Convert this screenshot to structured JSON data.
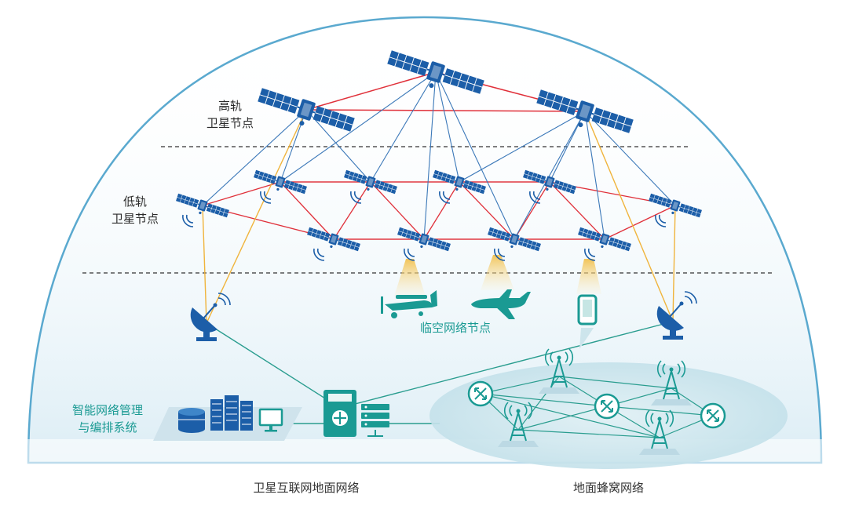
{
  "labels": {
    "geo_line1": "高轨",
    "geo_line2": "卫星节点",
    "leo_line1": "低轨",
    "leo_line2": "卫星节点",
    "air_nodes": "临空网络节点",
    "mgmt_line1": "智能网络管理",
    "mgmt_line2": "与编排系统",
    "ground_network": "卫星互联网地面网络",
    "cellular_network": "地面蜂窝网络"
  },
  "colors": {
    "dome_stroke": "#5aa9cf",
    "geo_links": "#e0303a",
    "feeder_links": "#f0b43c",
    "ground_links": "#2a9d8f",
    "leo_to_geo": "#3b78b8",
    "satellite": "#1c5ea8",
    "teal": "#1a9a93",
    "cellular_zone": "#cfe8ef"
  },
  "icons": {
    "geo_satellite": "satellite-icon",
    "leo_satellite": "satellite-icon",
    "ground_station": "satellite-dish-icon",
    "aircraft": "propeller-plane-icon",
    "jet": "jet-plane-icon",
    "phone": "smartphone-icon",
    "gateway": "router-icon",
    "server": "server-icon",
    "database": "database-icon",
    "monitor": "monitor-icon",
    "cell_tower": "cell-tower-icon",
    "switch": "switch-icon"
  }
}
